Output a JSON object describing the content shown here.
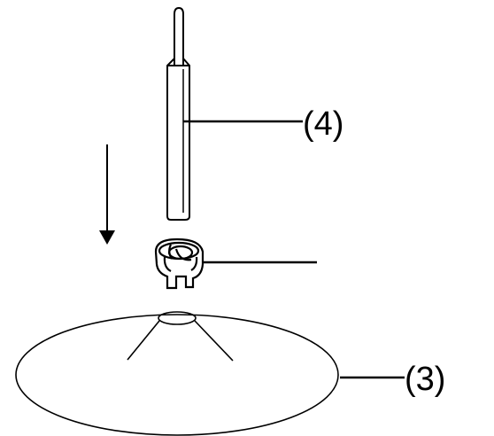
{
  "diagram": {
    "labels": {
      "pin": "(4)",
      "plate": "(3)"
    },
    "parts": {
      "pin": "pin",
      "bushing": "bushing",
      "plate": "plate",
      "direction_arrow": "down-arrow"
    },
    "colors": {
      "stroke": "#000000",
      "background": "#ffffff"
    }
  }
}
